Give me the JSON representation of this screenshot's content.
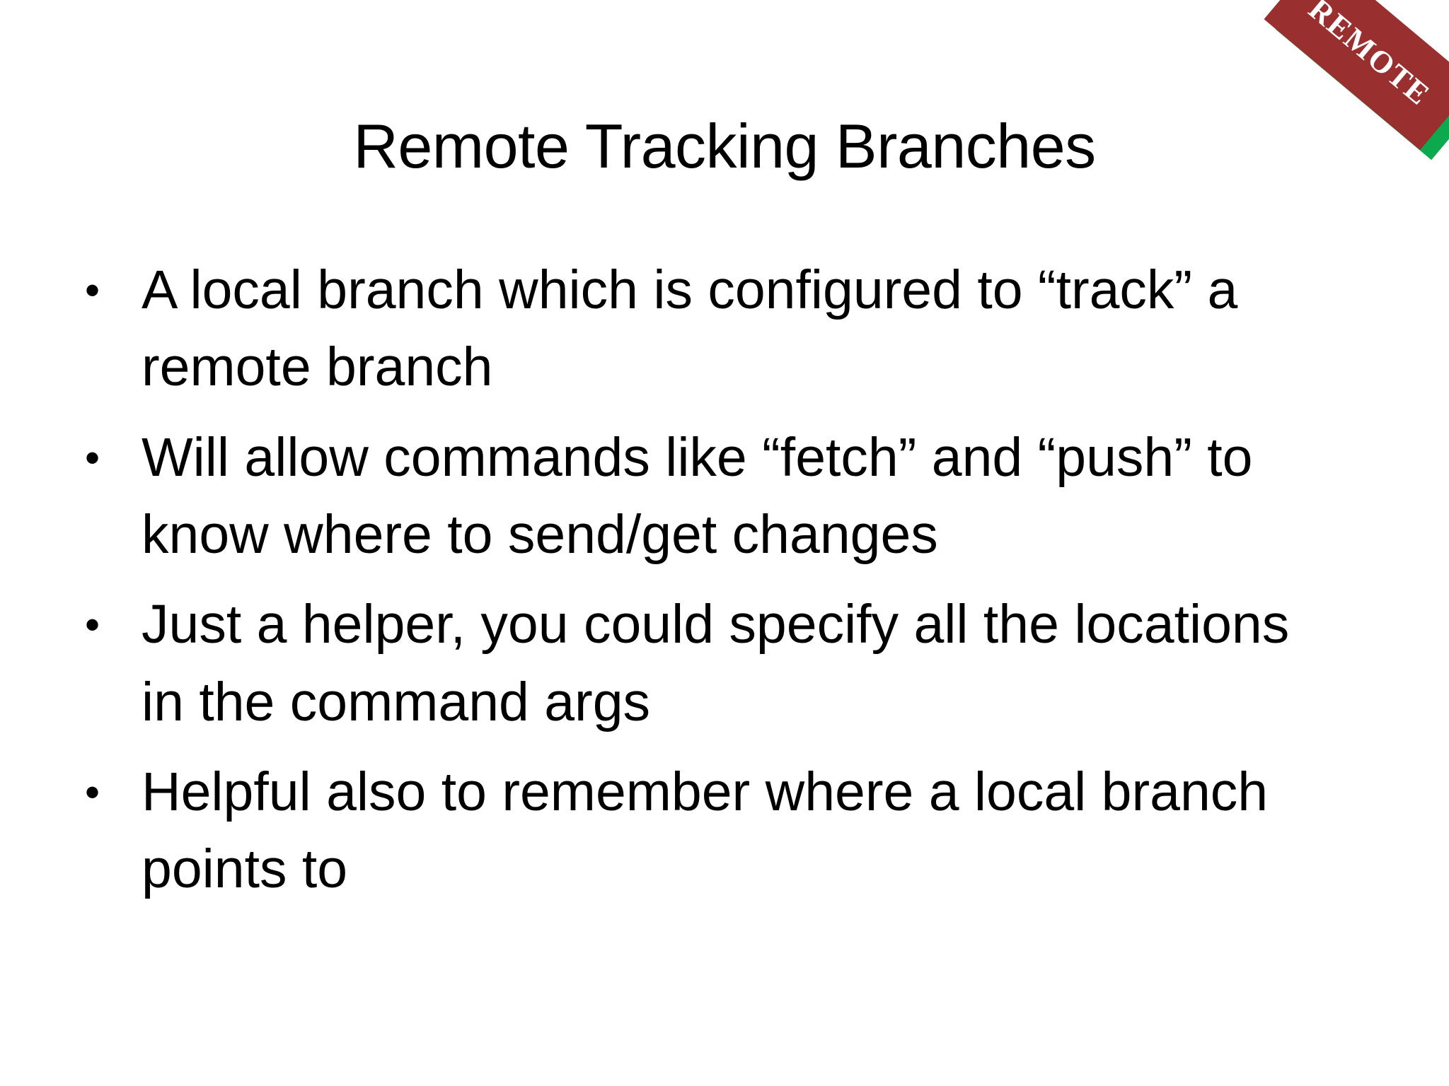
{
  "slide": {
    "background_color": "#ffffff",
    "text_color": "#000000",
    "title": "Remote Tracking Branches",
    "bullets": [
      {
        "text": "A local branch which is configured to “track” a remote branch"
      },
      {
        "text": "Will allow commands like “fetch” and “push” to know where to send/get changes"
      },
      {
        "text": "Just a helper, you could specify all the locations in the command args"
      },
      {
        "text": "Helpful also to remember where a local branch points to"
      }
    ],
    "bullet_glyph": "•"
  },
  "stamp": {
    "label": "REMOTE",
    "front_color": "#99302F",
    "back_color": "#0CA94E",
    "label_color": "#FFFFFF",
    "rotation_deg": 40
  }
}
